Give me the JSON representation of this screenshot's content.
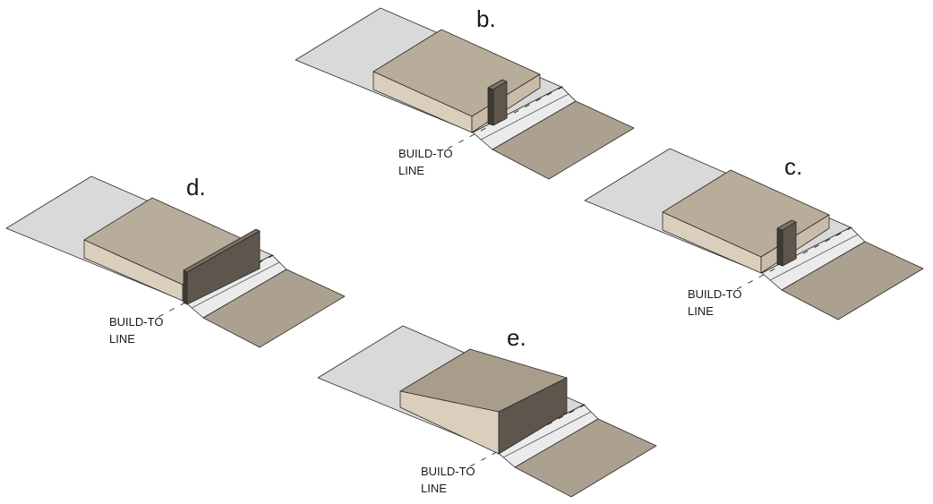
{
  "diagrams": [
    {
      "letter": "b.",
      "label_line1": "BUILD-TO",
      "label_line2": "LINE",
      "variant": "pillar"
    },
    {
      "letter": "c.",
      "label_line1": "BUILD-TO",
      "label_line2": "LINE",
      "variant": "pillar"
    },
    {
      "letter": "d.",
      "label_line1": "BUILD-TO",
      "label_line2": "LINE",
      "variant": "wall"
    },
    {
      "letter": "e.",
      "label_line1": "BUILD-TO",
      "label_line2": "LINE",
      "variant": "sloped-mass"
    }
  ],
  "colors": {
    "lot": "#d9d9d9",
    "sidewalk": "#ebebeb",
    "road": "#aca190",
    "building_top": "#b8ad9a",
    "building_front": "#dacfbd",
    "building_right": "#c8bca8",
    "dark_element": "#5e564c",
    "dark_element_side": "#3f3a33"
  }
}
